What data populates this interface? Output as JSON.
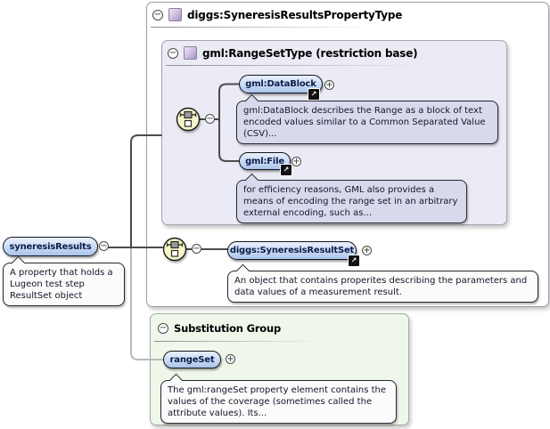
{
  "diagram": {
    "property_type": {
      "title": "diggs:SyneresisResultsPropertyType",
      "range_set_type": {
        "title": "gml:RangeSetType (restriction base)",
        "elements": [
          {
            "label": "gml:DataBlock",
            "doc": "gml:DataBlock describes the Range as a block of text encoded values similar to a Common Separated Value (CSV)..."
          },
          {
            "label": "gml:File",
            "doc": "for efficiency reasons, GML also provides a means of encoding the range set in an arbitrary external encoding, such as..."
          }
        ]
      },
      "result_set": {
        "label": "diggs:SyneresisResultSet",
        "doc": "An object that contains properites describing the parameters and data values of a measurement result."
      }
    },
    "root_element": {
      "label": "syneresisResults",
      "doc": "A property that holds a Lugeon test step ResultSet object"
    },
    "substitution_group": {
      "title": "Substitution Group",
      "member": {
        "label": "rangeSet",
        "doc": "The gml:rangeSet property element contains the values of the coverage (sometimes called the attribute values). Its..."
      }
    },
    "glyphs": {
      "minus": "−",
      "plus": "+",
      "ref_arrow": "↗"
    },
    "colors": {
      "capsule_top": "#e9f0fb",
      "capsule_bottom": "#a9c4ec",
      "capsule_border": "#15151f",
      "frame_propertytype_fill": "#ffffff",
      "frame_rangesettype_fill": "#ebebf5",
      "frame_substitution_fill": "#eef7ea",
      "callout_lavender": "#d9d9ee",
      "callout_white": "#fbfbfb",
      "compositor_fill": "#f7f7c9",
      "connector_dark": "#4b4b4b",
      "connector_light": "#bababa",
      "type_icon_purple": "#a78fd0"
    }
  }
}
